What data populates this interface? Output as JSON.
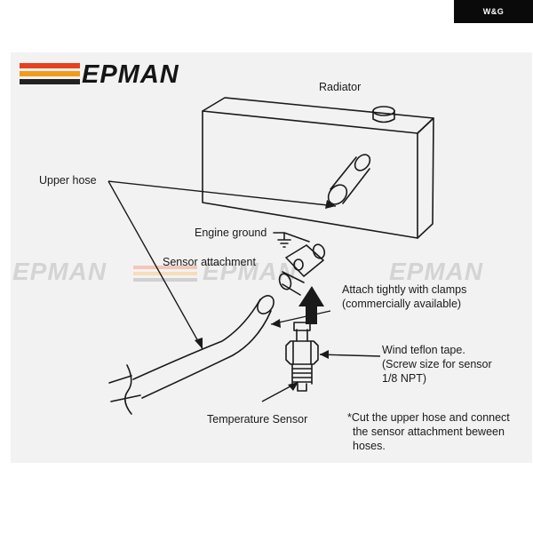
{
  "badge": {
    "text": "W&G"
  },
  "brand": {
    "logo": "EPMAN",
    "stripe_colors": [
      "#e8411f",
      "#f29b1b",
      "#222222"
    ]
  },
  "watermark": {
    "text": "EPMAN"
  },
  "labels": {
    "radiator": "Radiator",
    "upper_hose": "Upper hose",
    "engine_ground": "Engine ground",
    "sensor_attachment": "Sensor attachment",
    "clamps_line1": "Attach tightly with clamps",
    "clamps_line2": "(commercially available)",
    "teflon_line1": "Wind teflon tape.",
    "teflon_line2": "(Screw size for sensor",
    "teflon_line3": "1/8 NPT)",
    "temperature_sensor": "Temperature Sensor",
    "note_line1": "*Cut the upper hose and connect",
    "note_line2": "the sensor attachment beween",
    "note_line3": "hoses."
  }
}
